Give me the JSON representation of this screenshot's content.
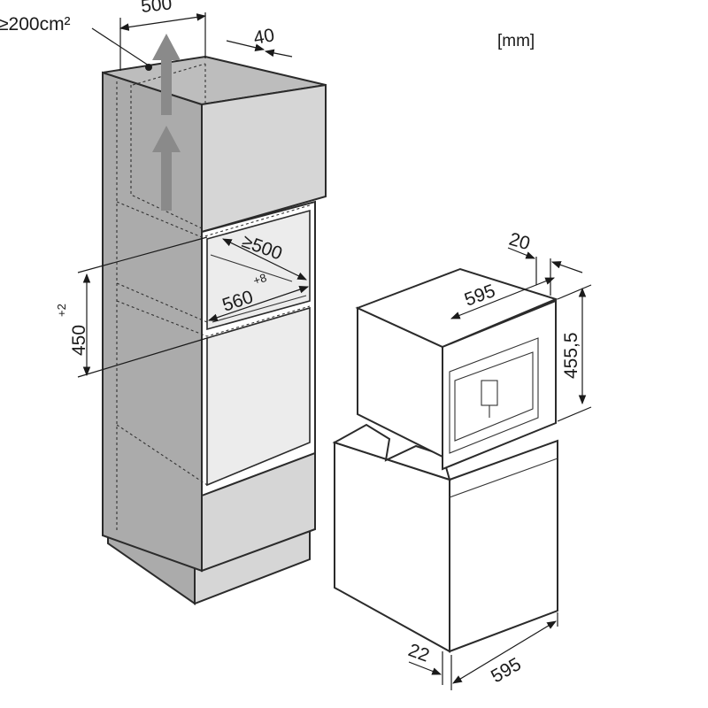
{
  "unit_label": "[mm]",
  "dimensions": {
    "vent_area": "≥200cm²",
    "niche_depth_top": "500",
    "rear_gap": "40",
    "niche_depth": "≥500",
    "niche_width": "560",
    "niche_width_tolerance": "+8",
    "niche_height": "450",
    "niche_height_tolerance": "+2",
    "appliance_depth_gap": "20",
    "appliance_width": "595",
    "appliance_height": "455,5",
    "front_offset": "22",
    "oven_width": "595"
  },
  "icons": {
    "airflow": "up-arrow-icon"
  }
}
